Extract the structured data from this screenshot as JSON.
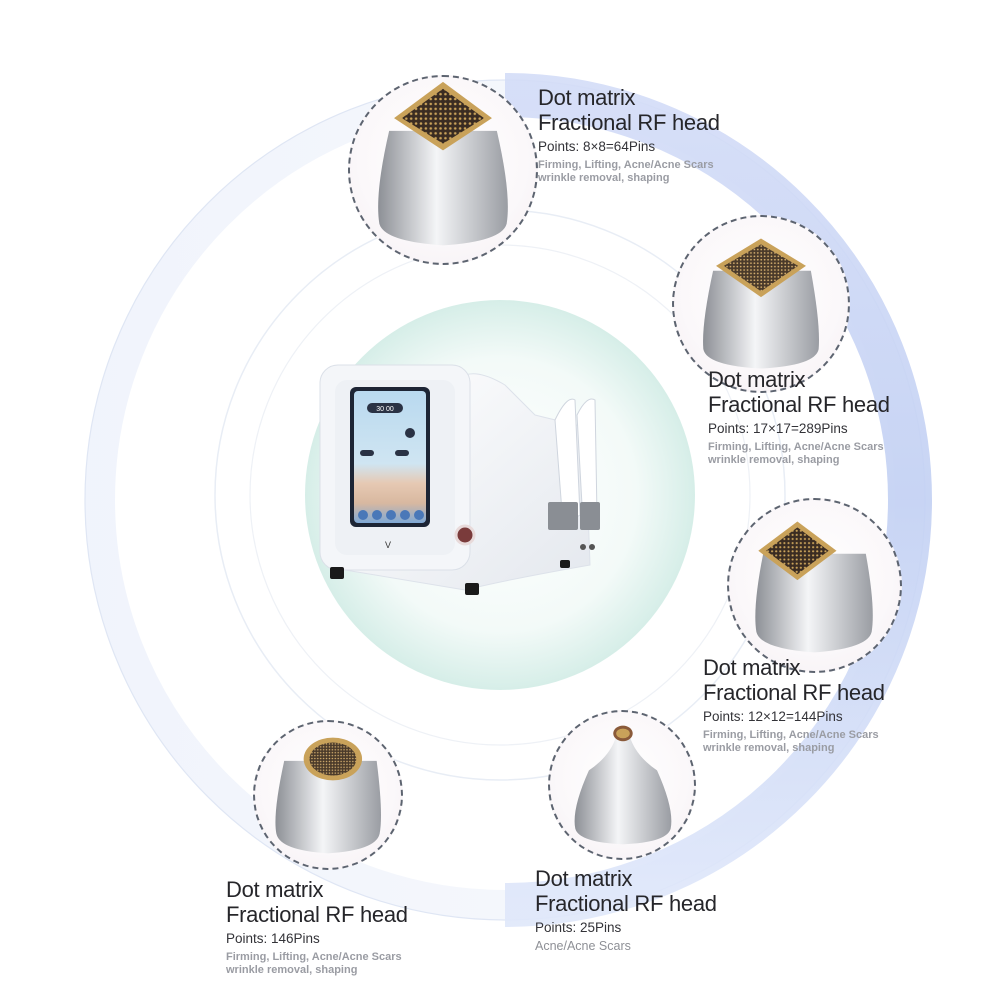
{
  "colors": {
    "arc_blue": "#c9d6f5",
    "outer_ring": "#e6ecf8",
    "center_mint": "#dff2ee",
    "title_text": "#26262a",
    "desc_text": "#9a9ca3",
    "electrode_gold": "#c9a25a",
    "dashed_border": "#5d6470"
  },
  "device": {
    "name": "fractional-rf-machine",
    "brand_mark": "V",
    "screen_timer": "30 00"
  },
  "heads": [
    {
      "id": "head-64",
      "shape": "square-tip",
      "title_line1": "Dot matrix",
      "title_line2": "Fractional RF head",
      "points": "Points: 8×8=64Pins",
      "description": "Firming, Lifting, Acne/Acne Scars\nwrinkle removal, shaping"
    },
    {
      "id": "head-289",
      "shape": "square-tip",
      "title_line1": "Dot matrix",
      "title_line2": "Fractional RF head",
      "points": "Points: 17×17=289Pins",
      "description": "Firming, Lifting, Acne/Acne Scars\nwrinkle removal, shaping"
    },
    {
      "id": "head-144",
      "shape": "square-tip",
      "title_line1": "Dot matrix",
      "title_line2": "Fractional RF head",
      "points": "Points: 12×12=144Pins",
      "description": "Firming, Lifting, Acne/Acne Scars\nwrinkle removal, shaping"
    },
    {
      "id": "head-146",
      "shape": "round-tip",
      "title_line1": "Dot matrix",
      "title_line2": "Fractional RF head",
      "points": "Points: 146Pins",
      "description": "Firming, Lifting, Acne/Acne Scars\nwrinkle removal, shaping"
    },
    {
      "id": "head-25",
      "shape": "cone-tip",
      "title_line1": "Dot matrix",
      "title_line2": "Fractional RF head",
      "points": "Points: 25Pins",
      "description": "Acne/Acne Scars"
    }
  ]
}
